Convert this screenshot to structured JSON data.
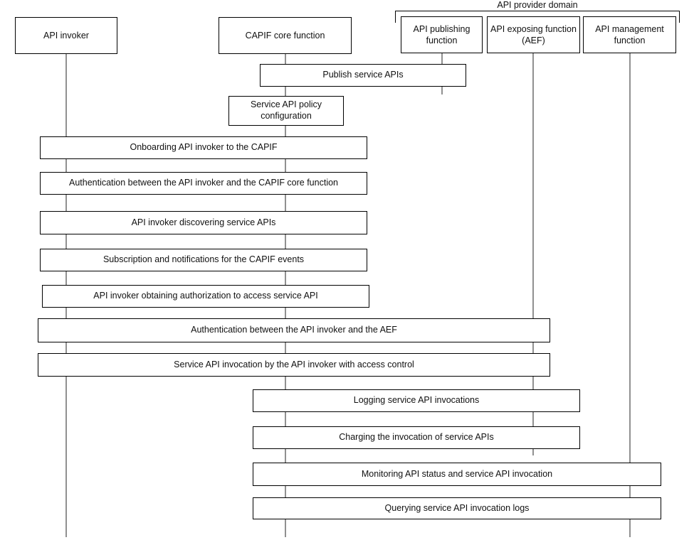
{
  "diagram": {
    "provider_domain_label": "API provider domain",
    "actors": [
      {
        "label": "API invoker"
      },
      {
        "label": "CAPIF core function"
      },
      {
        "label": "API publishing function"
      },
      {
        "label": "API exposing function (AEF)"
      },
      {
        "label": "API management function"
      }
    ],
    "steps": [
      {
        "label": "Publish service APIs"
      },
      {
        "label": "Service API policy configuration"
      },
      {
        "label": "Onboarding API invoker to the CAPIF"
      },
      {
        "label": "Authentication between the API invoker and the CAPIF core function"
      },
      {
        "label": "API invoker discovering service APIs"
      },
      {
        "label": "Subscription and notifications for the CAPIF events"
      },
      {
        "label": "API invoker obtaining authorization to access service API"
      },
      {
        "label": "Authentication between the API invoker and the AEF"
      },
      {
        "label": "Service API invocation by the API invoker with access control"
      },
      {
        "label": "Logging service API invocations"
      },
      {
        "label": "Charging the invocation of service APIs"
      },
      {
        "label": "Monitoring API status and service API invocation"
      },
      {
        "label": "Querying service API invocation logs"
      }
    ],
    "colors": {
      "box_border": "#000000",
      "box_fill": "#ffffff",
      "lifeline": "#909090",
      "text": "#111111",
      "background": "#ffffff"
    }
  }
}
